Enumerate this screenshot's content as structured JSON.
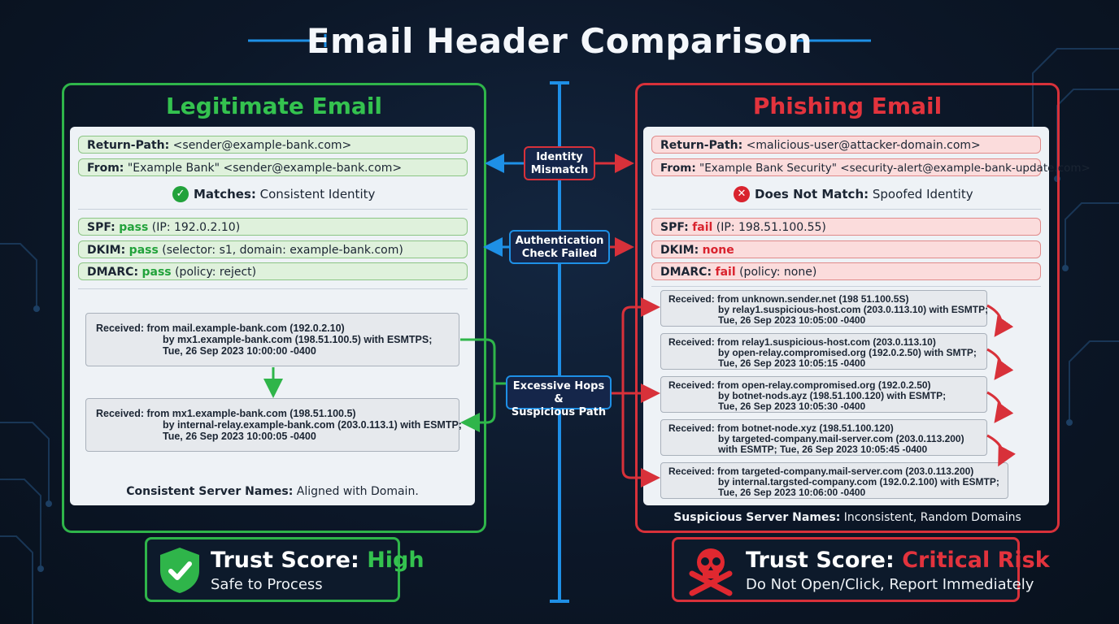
{
  "title": "Email Header Comparison",
  "colors": {
    "legit": "#2fb54a",
    "phish": "#d8313a",
    "accent": "#1e90e6",
    "background": "#0c1728"
  },
  "legit": {
    "title": "Legitimate Email",
    "return_path": {
      "key": "Return-Path:",
      "value": " <sender@example-bank.com>"
    },
    "from": {
      "key": "From:",
      "value": " \"Example Bank\" <sender@example-bank.com>"
    },
    "match": {
      "key": "Matches:",
      "value": " Consistent Identity"
    },
    "spf": {
      "key": "SPF:",
      "status": "pass",
      "detail": " (IP: 192.0.2.10)"
    },
    "dkim": {
      "key": "DKIM:",
      "status": "pass",
      "detail": " (selector: s1, domain: example-bank.com)"
    },
    "dmarc": {
      "key": "DMARC:",
      "status": "pass",
      "detail": " (policy: reject)"
    },
    "hops": [
      {
        "lines": [
          "Received: from mail.example-bank.com (192.0.2.10)",
          "by mx1.example-bank.com (198.51.100.5) with ESMTPS;",
          "Tue, 26 Sep 2023 10:00:00 -0400"
        ]
      },
      {
        "lines": [
          "Received: from mx1.example-bank.com (198.51.100.5)",
          "by internal-relay.example-bank.com (203.0.113.1) with ESMTP;",
          "Tue, 26 Sep 2023 10:00:05 -0400"
        ]
      }
    ],
    "servers": {
      "key": "Consistent Server Names:",
      "value": " Aligned with Domain."
    },
    "trust": {
      "label": "Trust Score: ",
      "level": "High",
      "sub": "Safe to Process",
      "icon": "shield-check-icon"
    }
  },
  "phish": {
    "title": "Phishing Email",
    "return_path": {
      "key": "Return-Path:",
      "value": " <malicious-user@attacker-domain.com>"
    },
    "from": {
      "key": "From:",
      "value": " \"Example Bank Security\" <security-alert@example-bank-update.com>"
    },
    "match": {
      "key": "Does Not Match:",
      "value": " Spoofed Identity"
    },
    "spf": {
      "key": "SPF:",
      "status": "fail",
      "detail": " (IP: 198.51.100.55)"
    },
    "dkim": {
      "key": "DKIM:",
      "status": "none",
      "detail": ""
    },
    "dmarc": {
      "key": "DMARC:",
      "status": "fail",
      "detail": " (policy: none)"
    },
    "hops": [
      {
        "lines": [
          "Received: from unknown.sender.net (198 51.100.5S)",
          "by relay1.suspicious-host.com (203.0.113.10) with ESMTP;",
          "Tue, 26 Sep 2023 10:05:00 -0400"
        ]
      },
      {
        "lines": [
          "Received: from relay1.suspicious-host.com (203.0.113.10)",
          "by open-relay.compromised.org (192.0.2.50) with SMTP;",
          "Tue, 26 Sep 2023 10:05:15 -0400"
        ]
      },
      {
        "lines": [
          "Received: from open-relay.compromised.org (192.0.2.50)",
          "by botnet-nods.ayz (198.51.100.120) with ESMTP;",
          "Tue, 26 Sep 2023 10:05:30 -0400"
        ]
      },
      {
        "lines": [
          "Received: from botnet-node.xyz (198.51.100.120)",
          "by targeted-company.mail-server.com (203.0.113.200)",
          "with ESMTP; Tue, 26 Sep 2023 10:05:45 -0400"
        ]
      },
      {
        "lines": [
          "Received: from targeted-company.mail-server.com (203.0.113.200)",
          "by internal.targsted-company.com (192.0.2.100) with ESMTP;",
          "Tue, 26 Sep 2023 10:06:00 -0400"
        ]
      }
    ],
    "servers": {
      "key": "Suspicious Server Names:",
      "value": " Inconsistent, Random Domains"
    },
    "trust": {
      "label": "Trust Score: ",
      "level": "Critical Risk",
      "sub": "Do Not Open/Click, Report Immediately",
      "icon": "skull-crossbones-icon"
    }
  },
  "badges": {
    "identity": [
      "Identity",
      "Mismatch"
    ],
    "auth": [
      "Authentication",
      "Check Failed"
    ],
    "hops": [
      "Excessive Hops &",
      "Suspicious Path"
    ]
  }
}
